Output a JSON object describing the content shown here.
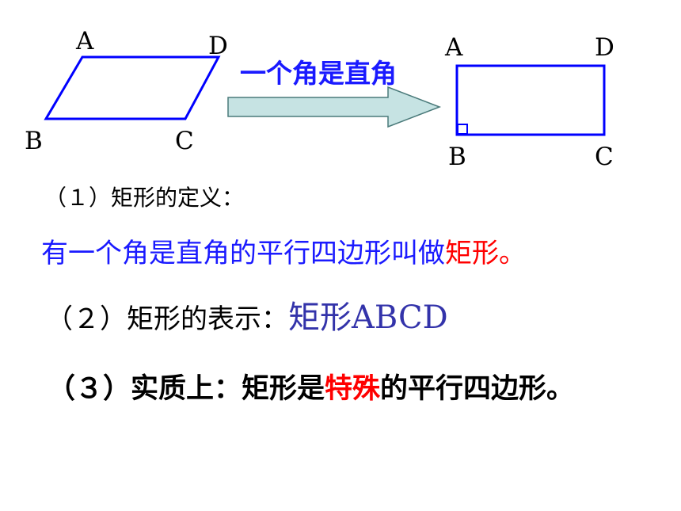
{
  "figure": {
    "arrow_label": "一个角是直角",
    "parallelogram_labels": {
      "a": "A",
      "b": "B",
      "c": "C",
      "d": "D"
    },
    "rectangle_labels": {
      "a": "A",
      "b": "B",
      "c": "C",
      "d": "D"
    }
  },
  "definition": {
    "heading": "（１）矩形的定义：",
    "text_main": "有一个角是直角的平行四边形叫做",
    "text_highlight": "矩形。"
  },
  "notation": {
    "heading": "（２）矩形的表示：",
    "value": "矩形ABCD"
  },
  "essence": {
    "prefix": "（３）实质上：矩形是",
    "highlight": "特殊",
    "suffix": "的平行四边形。"
  },
  "colors": {
    "shape_stroke": "#0000ff",
    "arrow_fill": "#c6e3e3",
    "arrow_stroke": "#4a7a7a",
    "highlight": "#ff0000",
    "text_blue": "#1a1aff"
  }
}
